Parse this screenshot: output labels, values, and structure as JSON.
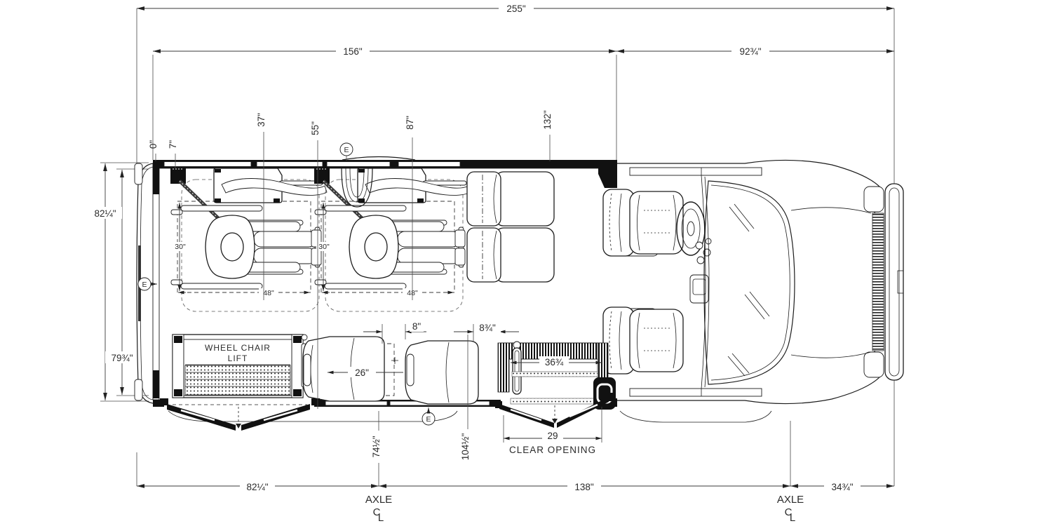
{
  "drawing": {
    "title": "Wheelchair accessible van floor plan - top view",
    "dims": {
      "overall_length": "255\"",
      "body_length": "156\"",
      "front_length": "92¾\"",
      "width_rear": "82¼\"",
      "width_front": "79¾\"",
      "sta0": "0\"",
      "sta7": "7\"",
      "sta37": "37\"",
      "sta55": "55\"",
      "sta87": "87\"",
      "sta132": "132\"",
      "sta74": "74½\"",
      "sta104": "104½\"",
      "rear_overhang": "82¼\"",
      "wheelbase": "138\"",
      "front_overhang": "34¾\"",
      "wc_width": "30\"",
      "wc_length": "48\"",
      "seat_width": "26\"",
      "seat_gap": "8\"",
      "step_gap": "8¾\"",
      "step_width": "36¾",
      "door_clear": "29"
    },
    "labels": {
      "lift1": "WHEEL CHAIR",
      "lift2": "LIFT",
      "clear_opening": "CLEAR OPENING",
      "axle": "AXLE",
      "cl_c": "C",
      "cl_l": "L",
      "exit": "E"
    }
  }
}
